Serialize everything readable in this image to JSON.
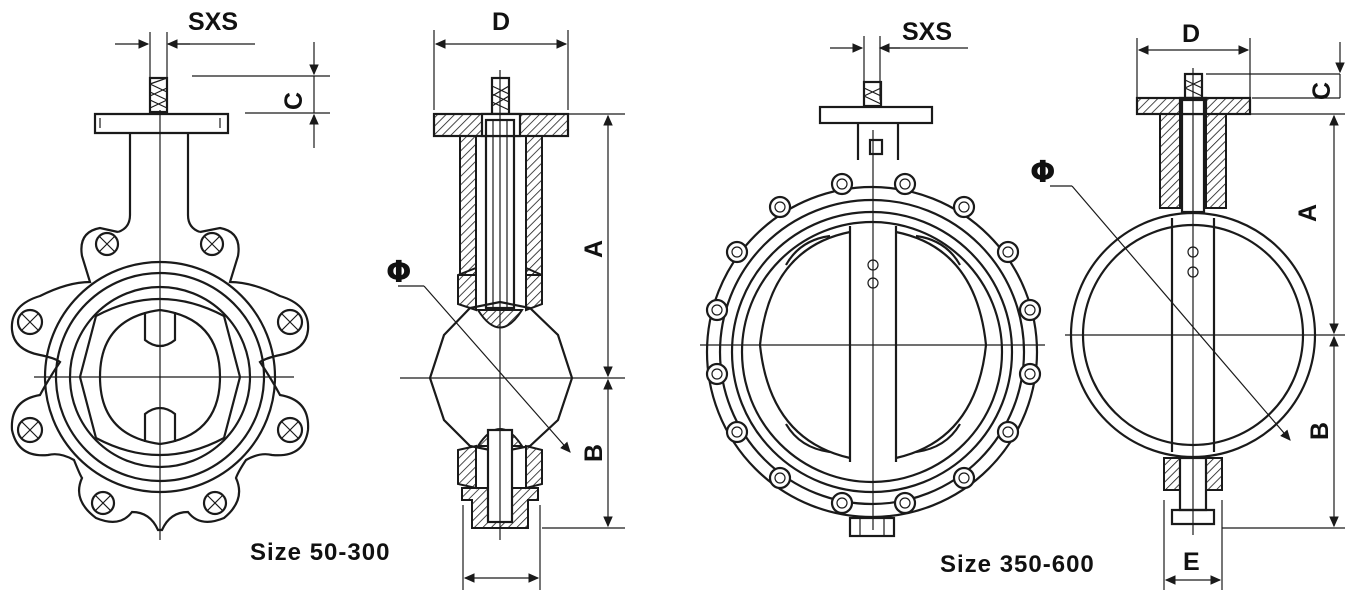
{
  "diagram": {
    "left_set": {
      "caption": "Size 50-300",
      "labels": {
        "sxs": "SXS",
        "c": "C",
        "d": "D",
        "a": "A",
        "b": "B",
        "phi": "Φ"
      }
    },
    "right_set": {
      "caption": "Size 350-600",
      "labels": {
        "sxs": "SXS",
        "c": "C",
        "d": "D",
        "a": "A",
        "b": "B",
        "e": "E",
        "phi": "Φ"
      }
    }
  }
}
